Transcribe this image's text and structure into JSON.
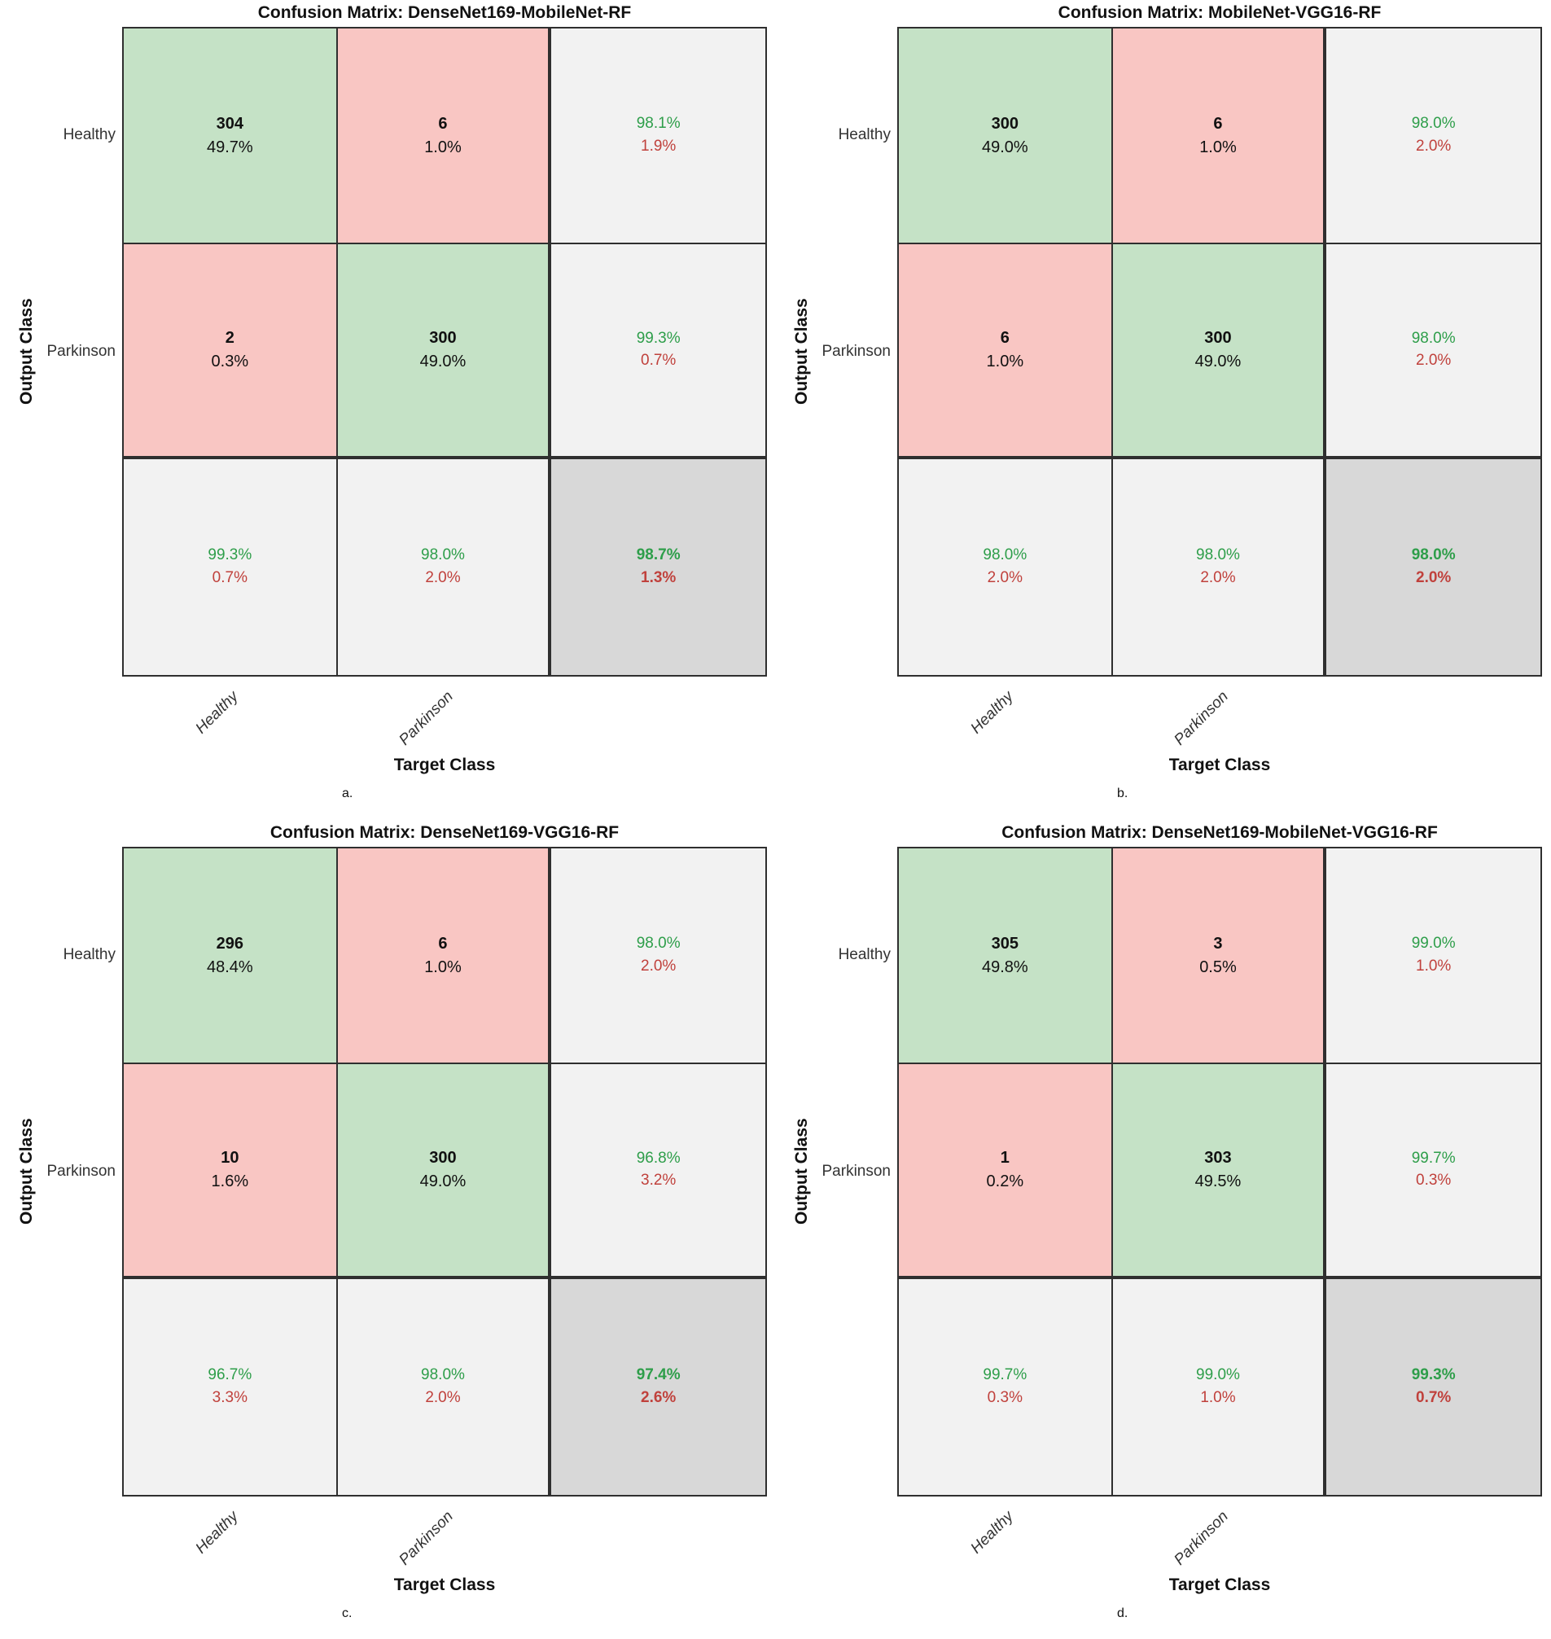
{
  "colors": {
    "green_cell": "#c5e2c6",
    "red_cell": "#f9c6c3",
    "summary_cell": "#f2f2f2",
    "corner_cell": "#d8d8d8",
    "green_text": "#2e9e4a",
    "red_text": "#c0413c",
    "line": "#2f2f2f"
  },
  "axis": {
    "output_label": "Output Class",
    "target_label": "Target Class",
    "classes": [
      "Healthy",
      "Parkinson"
    ]
  },
  "panels": [
    {
      "caption": "a.",
      "title": "Confusion Matrix: DenseNet169-MobileNet-RF",
      "cells": [
        {
          "line1": "304",
          "line2": "49.7%"
        },
        {
          "line1": "6",
          "line2": "1.0%"
        },
        {
          "line1": "98.1%",
          "line2": "1.9%"
        },
        {
          "line1": "2",
          "line2": "0.3%"
        },
        {
          "line1": "300",
          "line2": "49.0%"
        },
        {
          "line1": "99.3%",
          "line2": "0.7%"
        },
        {
          "line1": "99.3%",
          "line2": "0.7%"
        },
        {
          "line1": "98.0%",
          "line2": "2.0%"
        },
        {
          "line1": "98.7%",
          "line2": "1.3%"
        }
      ]
    },
    {
      "caption": "b.",
      "title": "Confusion Matrix: MobileNet-VGG16-RF",
      "cells": [
        {
          "line1": "300",
          "line2": "49.0%"
        },
        {
          "line1": "6",
          "line2": "1.0%"
        },
        {
          "line1": "98.0%",
          "line2": "2.0%"
        },
        {
          "line1": "6",
          "line2": "1.0%"
        },
        {
          "line1": "300",
          "line2": "49.0%"
        },
        {
          "line1": "98.0%",
          "line2": "2.0%"
        },
        {
          "line1": "98.0%",
          "line2": "2.0%"
        },
        {
          "line1": "98.0%",
          "line2": "2.0%"
        },
        {
          "line1": "98.0%",
          "line2": "2.0%"
        }
      ]
    },
    {
      "caption": "c.",
      "title": "Confusion Matrix: DenseNet169-VGG16-RF",
      "cells": [
        {
          "line1": "296",
          "line2": "48.4%"
        },
        {
          "line1": "6",
          "line2": "1.0%"
        },
        {
          "line1": "98.0%",
          "line2": "2.0%"
        },
        {
          "line1": "10",
          "line2": "1.6%"
        },
        {
          "line1": "300",
          "line2": "49.0%"
        },
        {
          "line1": "96.8%",
          "line2": "3.2%"
        },
        {
          "line1": "96.7%",
          "line2": "3.3%"
        },
        {
          "line1": "98.0%",
          "line2": "2.0%"
        },
        {
          "line1": "97.4%",
          "line2": "2.6%"
        }
      ]
    },
    {
      "caption": "d.",
      "title": "Confusion Matrix: DenseNet169-MobileNet-VGG16-RF",
      "cells": [
        {
          "line1": "305",
          "line2": "49.8%"
        },
        {
          "line1": "3",
          "line2": "0.5%"
        },
        {
          "line1": "99.0%",
          "line2": "1.0%"
        },
        {
          "line1": "1",
          "line2": "0.2%"
        },
        {
          "line1": "303",
          "line2": "49.5%"
        },
        {
          "line1": "99.7%",
          "line2": "0.3%"
        },
        {
          "line1": "99.7%",
          "line2": "0.3%"
        },
        {
          "line1": "99.0%",
          "line2": "1.0%"
        },
        {
          "line1": "99.3%",
          "line2": "0.7%"
        }
      ]
    }
  ],
  "chart_data": [
    {
      "type": "heatmap",
      "title": "Confusion Matrix: DenseNet169-MobileNet-RF",
      "xlabel": "Target Class",
      "ylabel": "Output Class",
      "categories": [
        "Healthy",
        "Parkinson"
      ],
      "matrix_counts": [
        [
          304,
          6
        ],
        [
          2,
          300
        ]
      ],
      "matrix_percents": [
        [
          "49.7%",
          "1.0%"
        ],
        [
          "0.3%",
          "49.0%"
        ]
      ],
      "row_summary": [
        [
          "98.1%",
          "1.9%"
        ],
        [
          "99.3%",
          "0.7%"
        ]
      ],
      "col_summary": [
        [
          "99.3%",
          "0.7%"
        ],
        [
          "98.0%",
          "2.0%"
        ]
      ],
      "overall": [
        "98.7%",
        "1.3%"
      ],
      "caption": "a."
    },
    {
      "type": "heatmap",
      "title": "Confusion Matrix: MobileNet-VGG16-RF",
      "xlabel": "Target Class",
      "ylabel": "Output Class",
      "categories": [
        "Healthy",
        "Parkinson"
      ],
      "matrix_counts": [
        [
          300,
          6
        ],
        [
          6,
          300
        ]
      ],
      "matrix_percents": [
        [
          "49.0%",
          "1.0%"
        ],
        [
          "1.0%",
          "49.0%"
        ]
      ],
      "row_summary": [
        [
          "98.0%",
          "2.0%"
        ],
        [
          "98.0%",
          "2.0%"
        ]
      ],
      "col_summary": [
        [
          "98.0%",
          "2.0%"
        ],
        [
          "98.0%",
          "2.0%"
        ]
      ],
      "overall": [
        "98.0%",
        "2.0%"
      ],
      "caption": "b."
    },
    {
      "type": "heatmap",
      "title": "Confusion Matrix: DenseNet169-VGG16-RF",
      "xlabel": "Target Class",
      "ylabel": "Output Class",
      "categories": [
        "Healthy",
        "Parkinson"
      ],
      "matrix_counts": [
        [
          296,
          6
        ],
        [
          10,
          300
        ]
      ],
      "matrix_percents": [
        [
          "48.4%",
          "1.0%"
        ],
        [
          "1.6%",
          "49.0%"
        ]
      ],
      "row_summary": [
        [
          "98.0%",
          "2.0%"
        ],
        [
          "96.8%",
          "3.2%"
        ]
      ],
      "col_summary": [
        [
          "96.7%",
          "3.3%"
        ],
        [
          "98.0%",
          "2.0%"
        ]
      ],
      "overall": [
        "97.4%",
        "2.6%"
      ],
      "caption": "c."
    },
    {
      "type": "heatmap",
      "title": "Confusion Matrix: DenseNet169-MobileNet-VGG16-RF",
      "xlabel": "Target Class",
      "ylabel": "Output Class",
      "categories": [
        "Healthy",
        "Parkinson"
      ],
      "matrix_counts": [
        [
          305,
          3
        ],
        [
          1,
          303
        ]
      ],
      "matrix_percents": [
        [
          "49.8%",
          "0.5%"
        ],
        [
          "0.2%",
          "49.5%"
        ]
      ],
      "row_summary": [
        [
          "99.0%",
          "1.0%"
        ],
        [
          "99.7%",
          "0.3%"
        ]
      ],
      "col_summary": [
        [
          "99.7%",
          "0.3%"
        ],
        [
          "99.0%",
          "1.0%"
        ]
      ],
      "overall": [
        "99.3%",
        "0.7%"
      ],
      "caption": "d."
    }
  ]
}
